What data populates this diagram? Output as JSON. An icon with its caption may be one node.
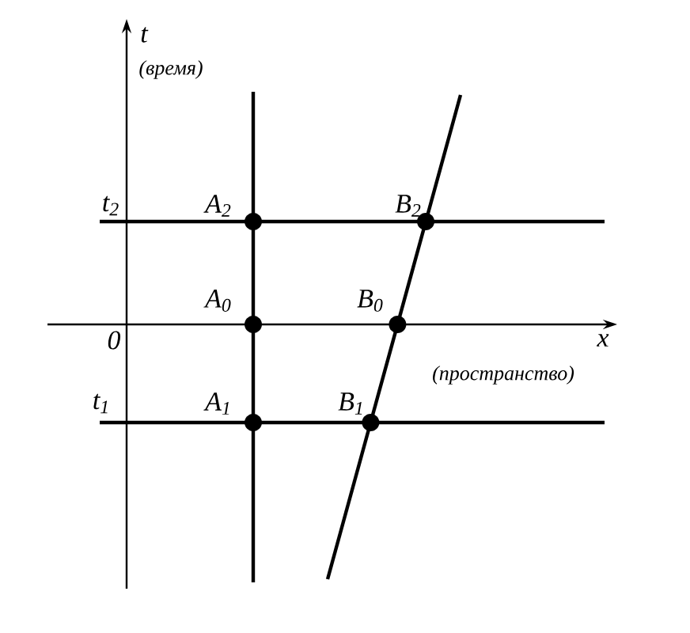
{
  "diagram": {
    "labels": [
      "t",
      "(время)",
      "t$_{2}$",
      "A$_{2}$",
      "B$_{2}$",
      "A$_{0}$",
      "B$_{0}$",
      "0",
      "x",
      "(пространство)",
      "t$_{1}$",
      "A$_{1}$",
      "B$_{1}$"
    ]
  }
}
